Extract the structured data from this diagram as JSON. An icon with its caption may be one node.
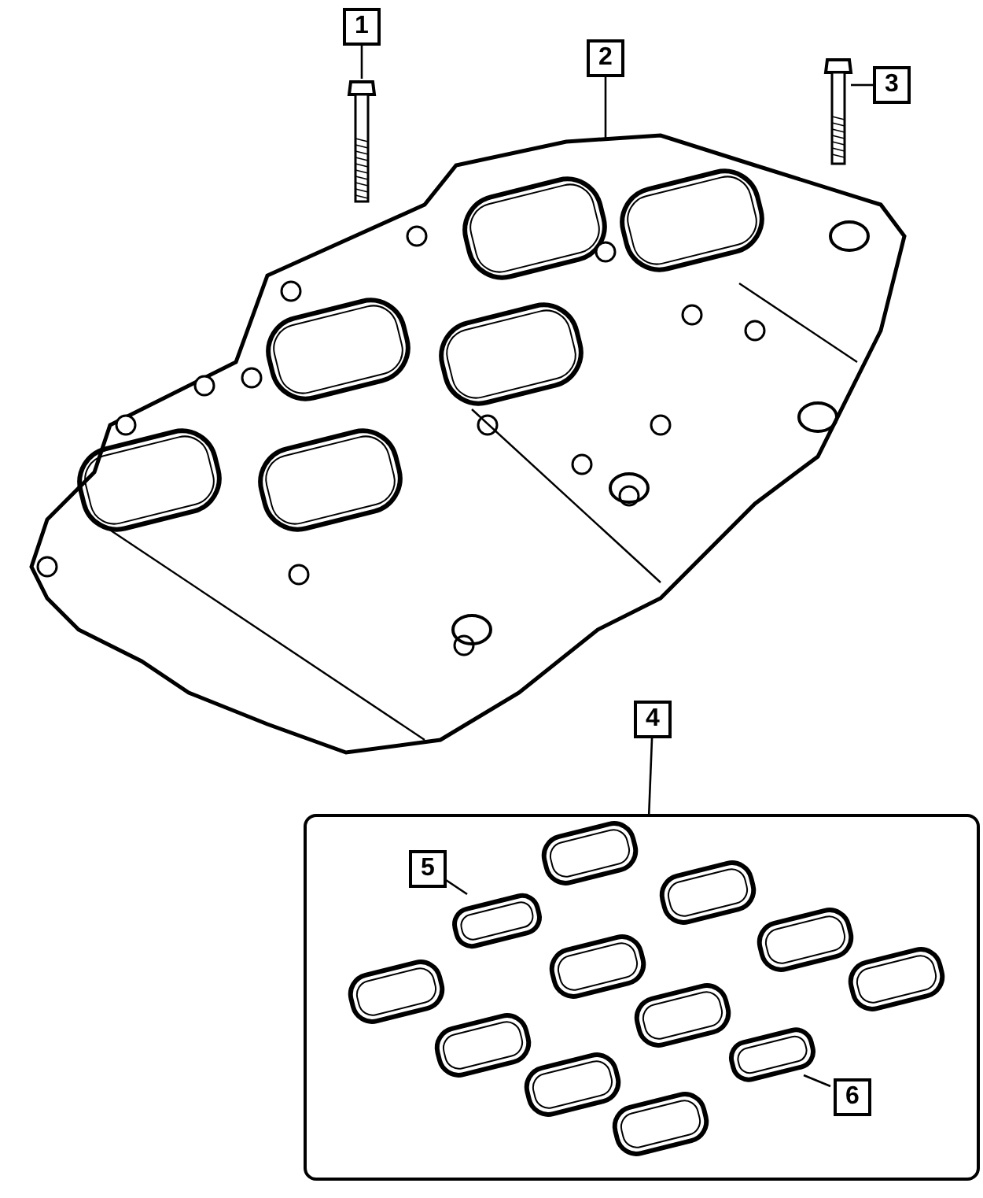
{
  "diagram": {
    "nodes": [
      {
        "text": [
          "1"
        ]
      },
      {
        "text": [],
        "shape": "picture"
      },
      {
        "text": [
          "2"
        ]
      },
      {
        "text": [],
        "shape": "picture"
      },
      {
        "text": [
          "3"
        ]
      },
      {
        "text": [],
        "shape": "picture"
      },
      {
        "text": [
          "4"
        ]
      },
      {
        "text": [],
        "shape": "box"
      },
      {
        "text": [
          "5"
        ],
        "in": 7
      },
      {
        "text": [],
        "shape": "picture",
        "in": 7
      },
      {
        "text": [
          "6"
        ],
        "in": 7
      },
      {
        "text": [],
        "shape": "picture",
        "in": 7
      }
    ],
    "edges": [
      {
        "from": 0,
        "to": 1,
        "arrow": "none"
      },
      {
        "from": 2,
        "to": 3,
        "arrow": "none"
      },
      {
        "from": 4,
        "to": 5,
        "arrow": "none"
      },
      {
        "from": 6,
        "to": 7,
        "arrow": "none"
      },
      {
        "from": 8,
        "to": 9,
        "arrow": "none"
      },
      {
        "from": 10,
        "to": 11,
        "arrow": "none"
      }
    ]
  }
}
